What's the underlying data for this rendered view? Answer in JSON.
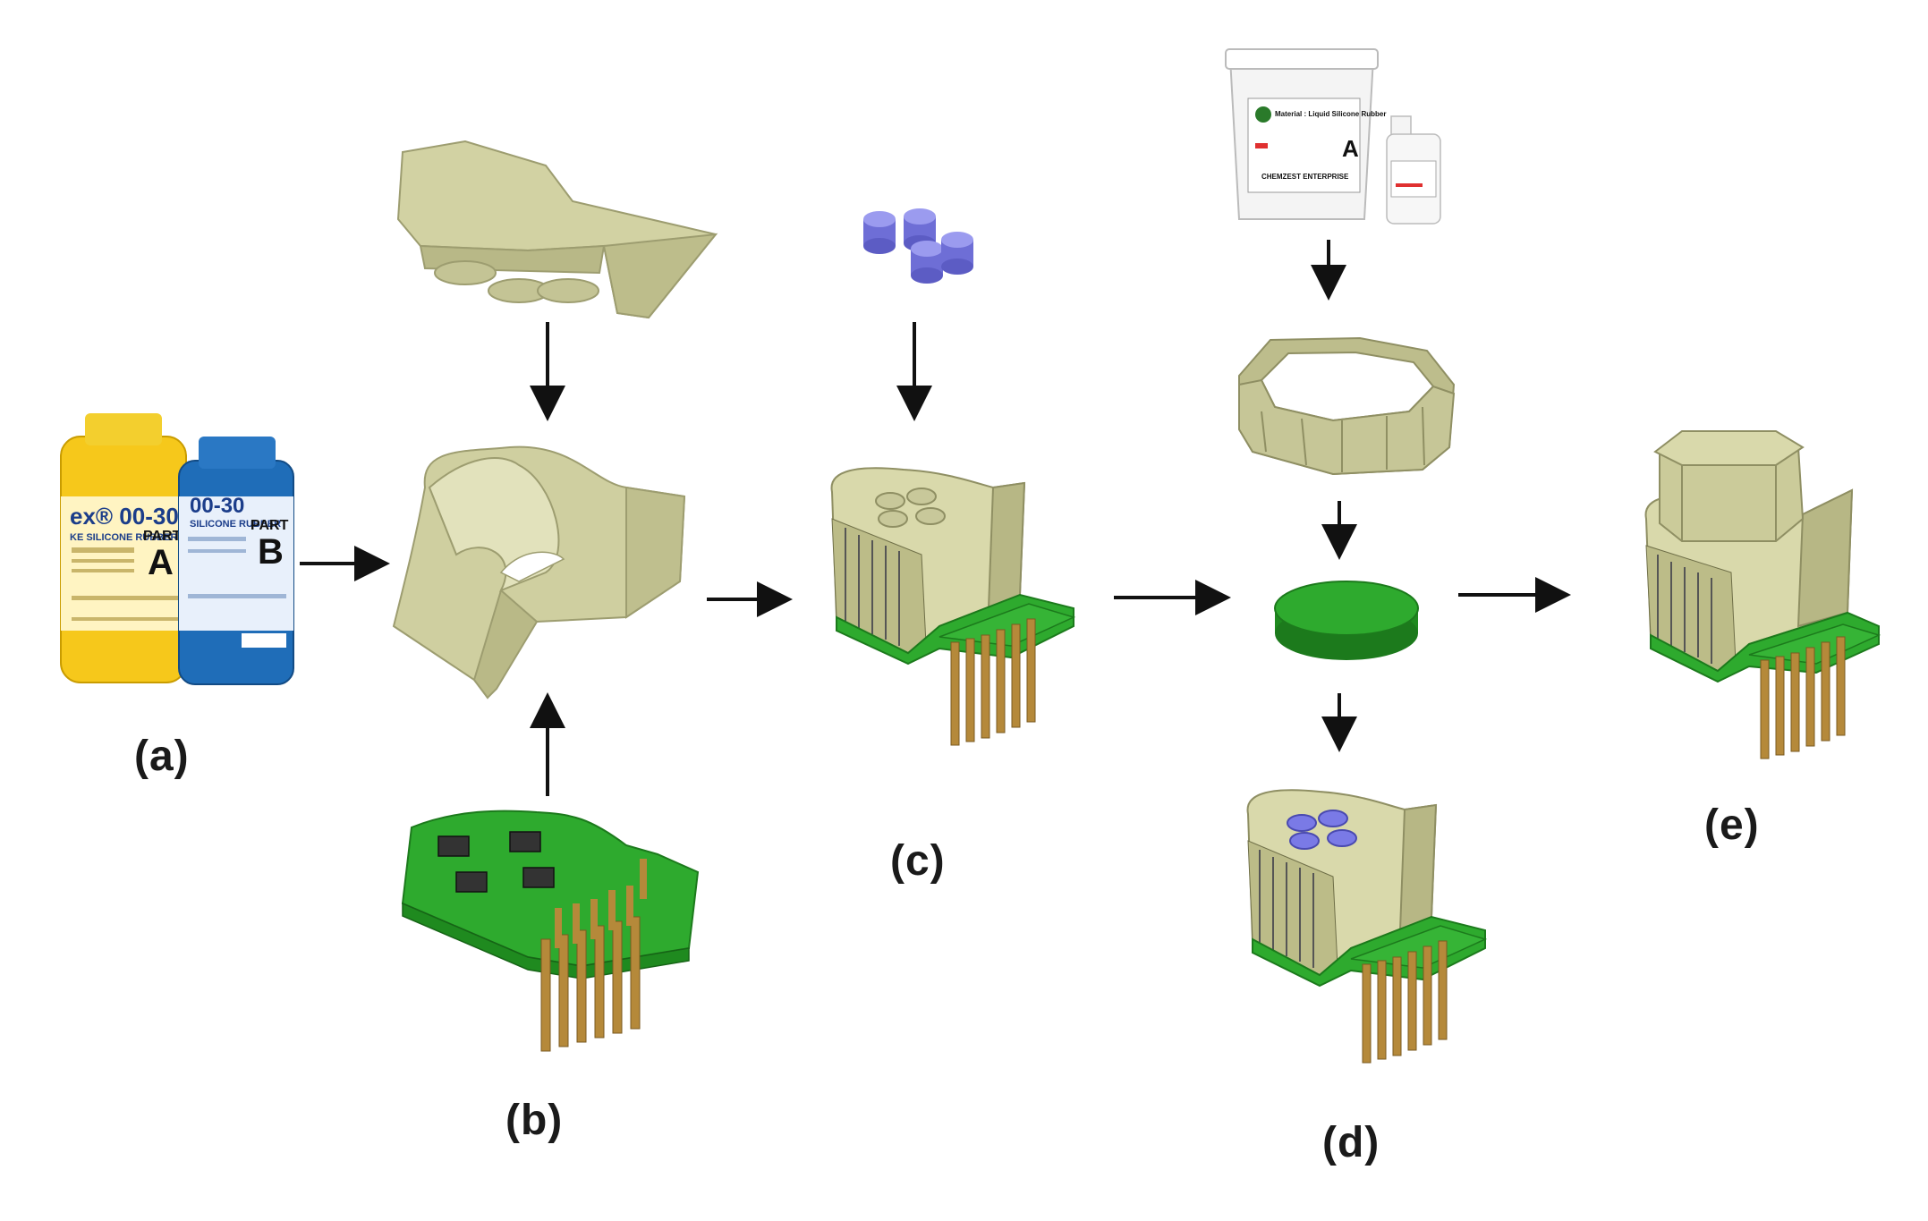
{
  "colors": {
    "pcb": "#2eaa2e",
    "pcb_dark": "#1c7a1c",
    "mold_light": "#d7d7a8",
    "mold_mid": "#bcbc88",
    "mold_dark": "#8f8f63",
    "rod_blue": "#7a7ae6",
    "pin": "#b5893a",
    "arrow": "#111111",
    "bottle_yellow": "#f6c81b",
    "bottle_blue": "#1f6db8"
  },
  "captions": {
    "a": "(a)",
    "b": "(b)",
    "c": "(c)",
    "d": "(d)",
    "e": "(e)"
  },
  "bottles": {
    "left": {
      "brand": "ex® 00-30",
      "part_word": "PART",
      "part_letter": "A",
      "subtitle": "KE SILICONE RUBBER"
    },
    "right": {
      "brand": "00-30",
      "part_word": "PART",
      "part_letter": "B",
      "subtitle": "SILICONE RUBBER"
    }
  },
  "tub": {
    "line1": "Material : Liquid Silicone Rubber",
    "line2": "CHEMZEST ENTERPRISE",
    "letter": "A"
  },
  "icons": [
    "bottle-icon",
    "mold-cap-icon",
    "mold-shell-icon",
    "pcb-board-icon",
    "rod-set-icon",
    "sensor-assembly-icon",
    "tub-icon",
    "octagon-mold-icon",
    "silicone-disc-icon",
    "final-sensor-icon",
    "arrow-icon"
  ]
}
